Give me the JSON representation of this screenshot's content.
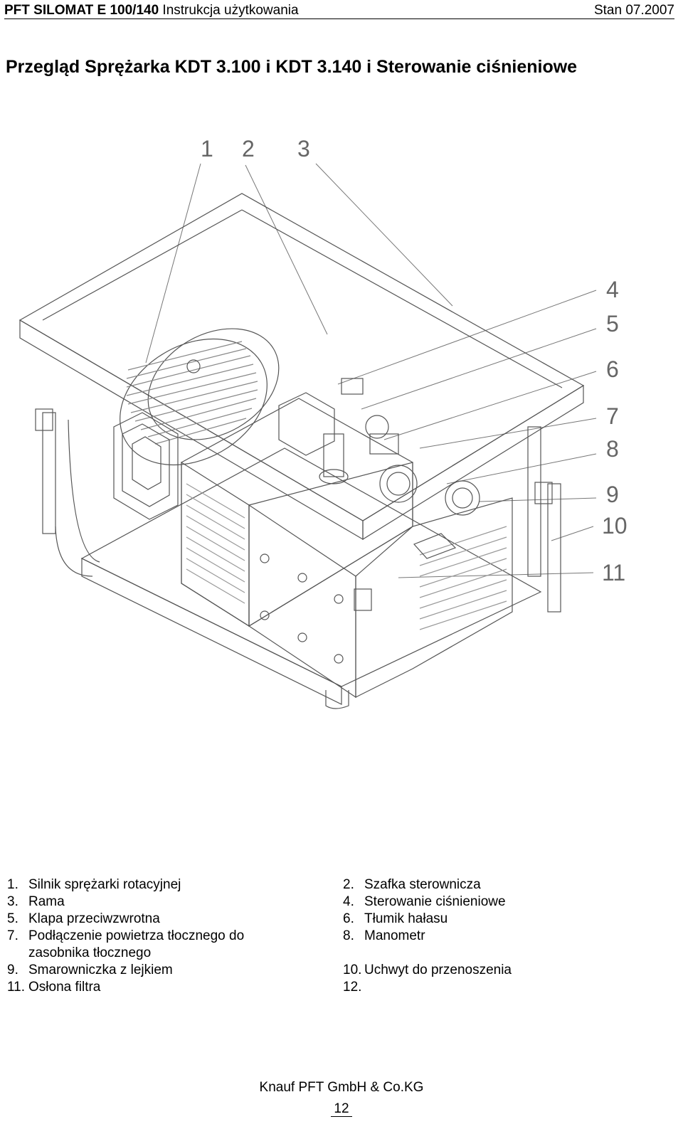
{
  "header": {
    "product": "PFT SILOMAT E 100/140",
    "doc": " Instrukcja użytkowania",
    "status": "Stan 07.2007"
  },
  "title": "Przegląd Sprężarka KDT 3.100 i KDT 3.140 i Sterowanie ciśnieniowe",
  "diagram": {
    "callouts": [
      "1",
      "2",
      "3",
      "4",
      "5",
      "6",
      "7",
      "8",
      "9",
      "10",
      "11"
    ]
  },
  "legend": {
    "items": [
      {
        "num": "1.",
        "label": "Silnik sprężarki rotacyjnej"
      },
      {
        "num": "2.",
        "label": "Szafka sterownicza"
      },
      {
        "num": "3.",
        "label": "Rama"
      },
      {
        "num": "4.",
        "label": "Sterowanie ciśnieniowe"
      },
      {
        "num": "5.",
        "label": "Klapa przeciwzwrotna"
      },
      {
        "num": "6.",
        "label": "Tłumik hałasu"
      },
      {
        "num": "7.",
        "label": "Podłączenie powietrza tłocznego do"
      },
      {
        "num": "",
        "label": "zasobnika tłocznego"
      },
      {
        "num": "8.",
        "label": "Manometr"
      },
      {
        "num": "9.",
        "label": "Smarowniczka z lejkiem"
      },
      {
        "num": "10.",
        "label": "Uchwyt do przenoszenia"
      },
      {
        "num": "11.",
        "label": "Osłona filtra"
      },
      {
        "num": "12.",
        "label": ""
      }
    ]
  },
  "footer": {
    "company": "Knauf PFT GmbH & Co.KG",
    "page": "12"
  }
}
